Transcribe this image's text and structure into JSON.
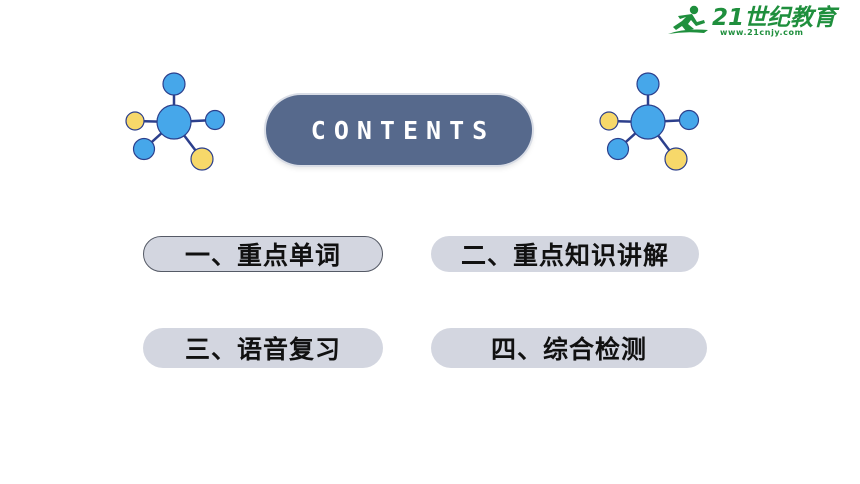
{
  "logo": {
    "brand_text": "21世纪教育",
    "url_text": "www.21cnjy.com",
    "icon": "running-person-logo-icon",
    "color": "#1f8f3d"
  },
  "header": {
    "title": "CONTENTS",
    "pill_color": "#56698c"
  },
  "decorations": {
    "icon": "molecule-icon",
    "node_blue": "#46a7ea",
    "node_yellow": "#f7d86a",
    "bond_color": "#2c3f8c"
  },
  "menu": {
    "items": [
      {
        "label": "一、重点单词"
      },
      {
        "label": "二、重点知识讲解"
      },
      {
        "label": "三、语音复习"
      },
      {
        "label": "四、综合检测"
      }
    ],
    "item_bg": "#d3d6e0"
  }
}
